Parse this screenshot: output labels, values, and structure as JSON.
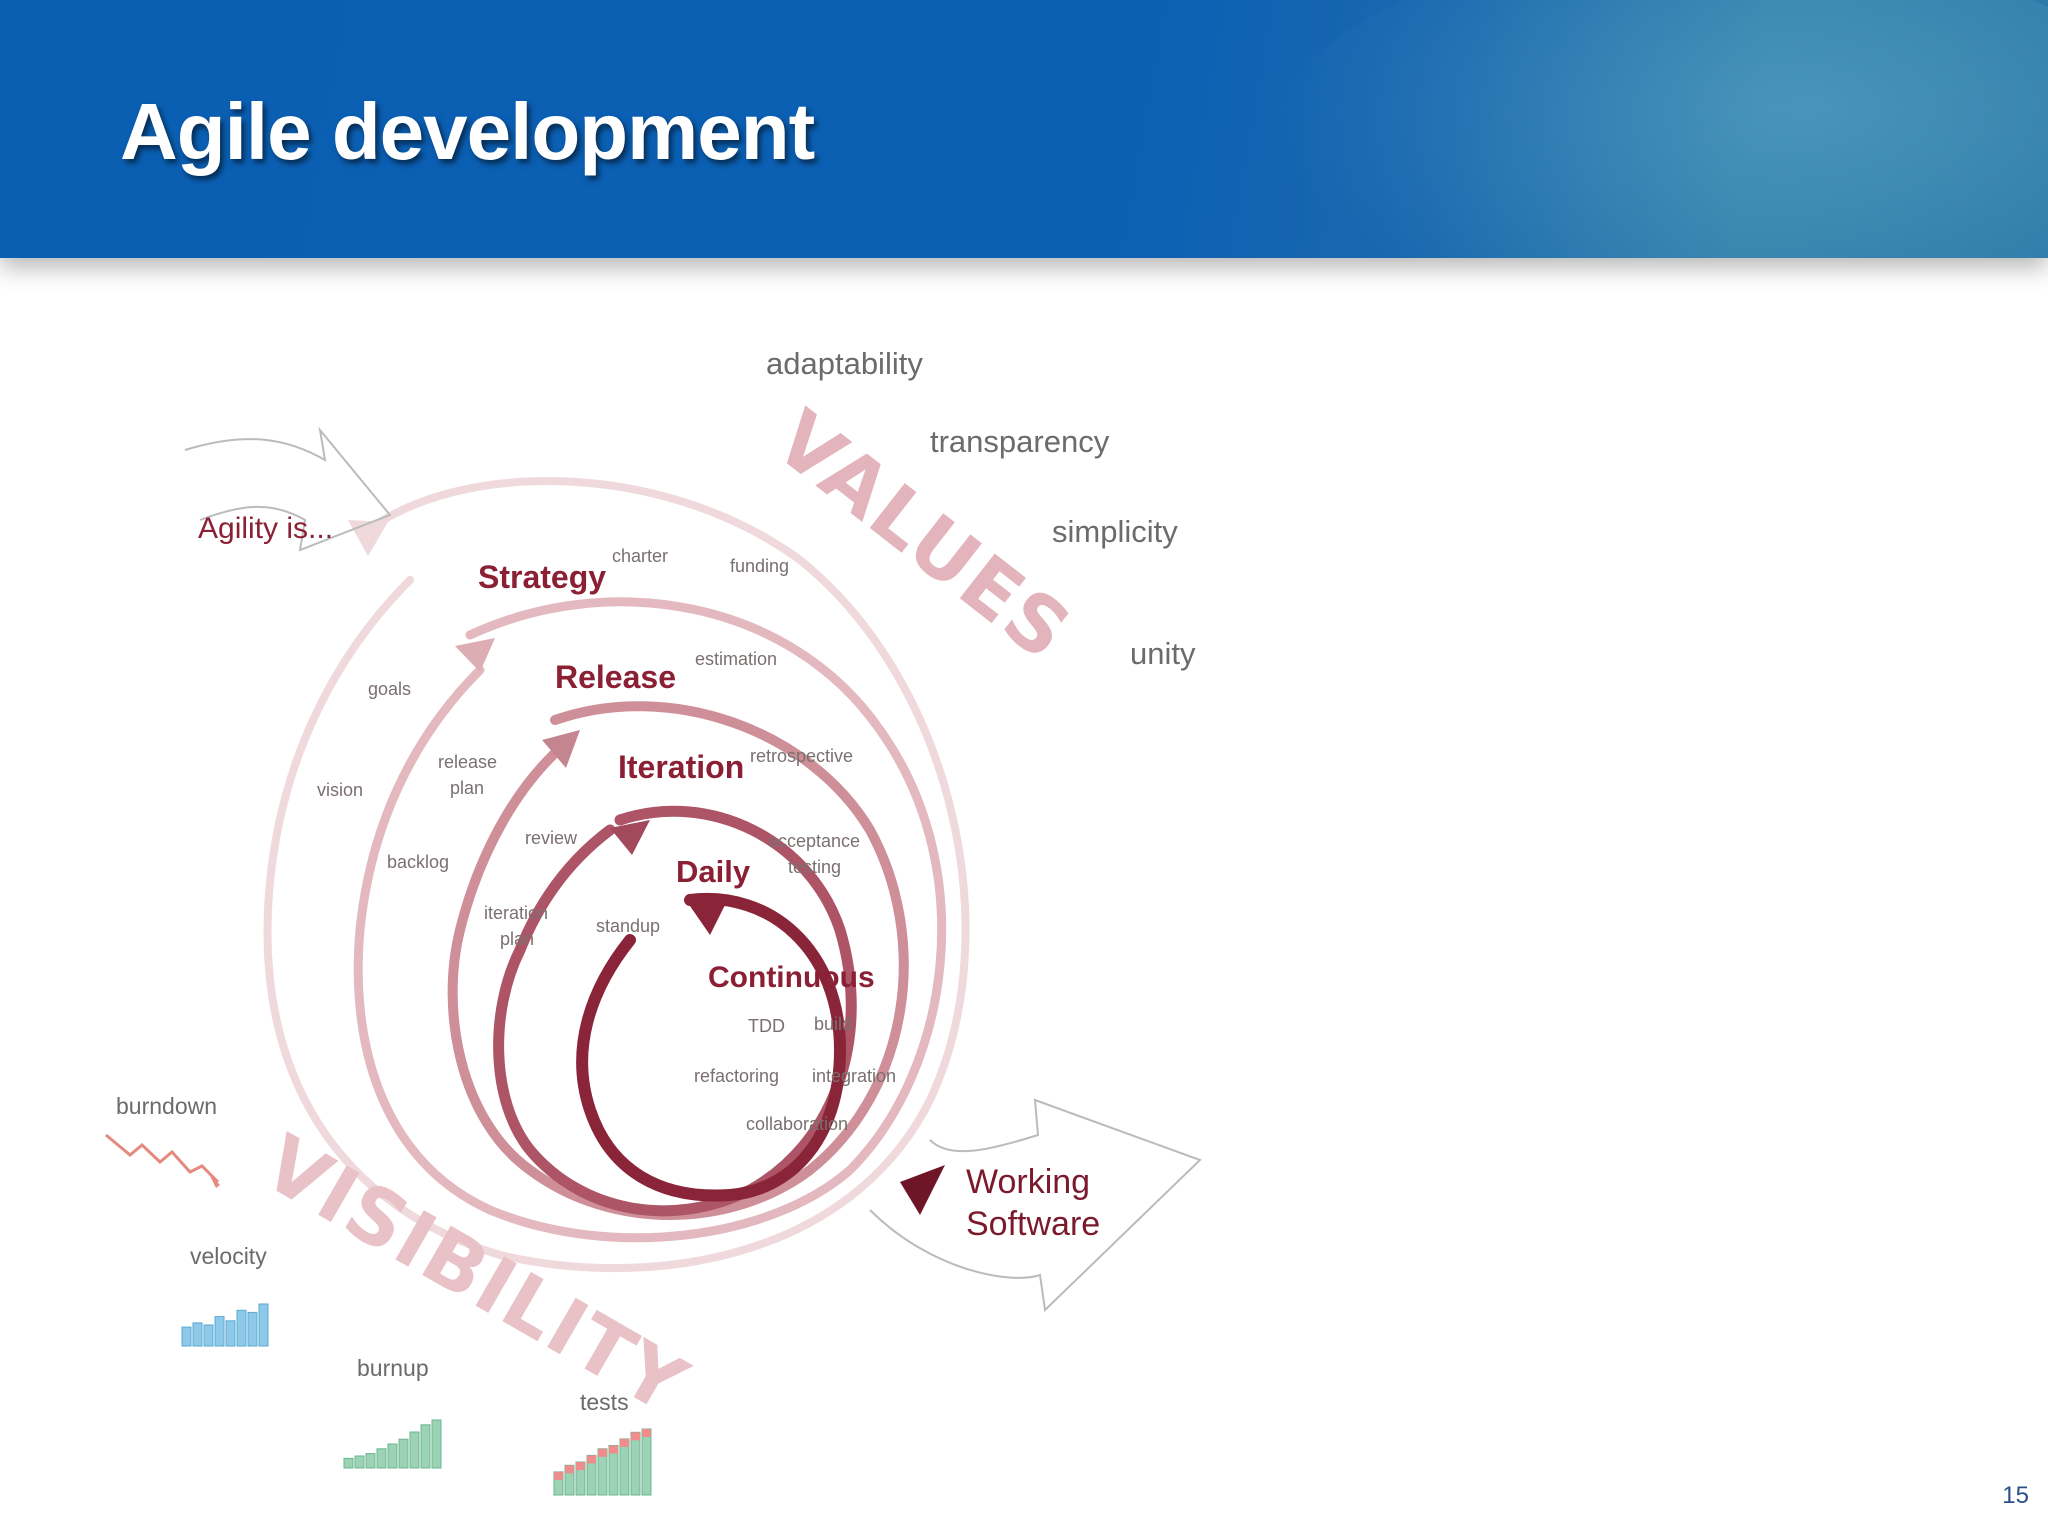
{
  "title": "Agile development",
  "page_number": "15",
  "colors": {
    "header_blue": "#0c60b4",
    "maroon": "#8b2035",
    "pink": "#d9a6ad"
  },
  "diagram": {
    "values_label": "VALUES",
    "visibility_label": "VISIBILITY",
    "values": [
      "adaptability",
      "transparency",
      "simplicity",
      "unity"
    ],
    "agility_label": "Agility is...",
    "output_label_line1": "Working",
    "output_label_line2": "Software",
    "stages": {
      "strategy": "Strategy",
      "release": "Release",
      "iteration": "Iteration",
      "daily": "Daily",
      "continuous": "Continuous"
    },
    "practices": {
      "charter": "charter",
      "funding": "funding",
      "goals": "goals",
      "vision": "vision",
      "estimation": "estimation",
      "release_plan_1": "release",
      "release_plan_2": "plan",
      "backlog": "backlog",
      "retrospective": "retrospective",
      "review": "review",
      "iteration_plan_1": "iteration",
      "iteration_plan_2": "plan",
      "acceptance_1": "acceptance",
      "acceptance_2": "testing",
      "standup": "standup",
      "tdd": "TDD",
      "build": "build",
      "refactoring": "refactoring",
      "integration": "integration",
      "collaboration": "collaboration"
    },
    "metrics": {
      "burndown": "burndown",
      "velocity": "velocity",
      "burnup": "burnup",
      "tests": "tests"
    },
    "velocity_bars": [
      0.45,
      0.55,
      0.5,
      0.7,
      0.6,
      0.85,
      0.8,
      1.0
    ],
    "burnup_bars": [
      0.2,
      0.25,
      0.3,
      0.4,
      0.5,
      0.6,
      0.75,
      0.9,
      1.0
    ],
    "tests_bars": [
      0.35,
      0.45,
      0.5,
      0.6,
      0.7,
      0.75,
      0.85,
      0.95,
      1.0
    ]
  }
}
